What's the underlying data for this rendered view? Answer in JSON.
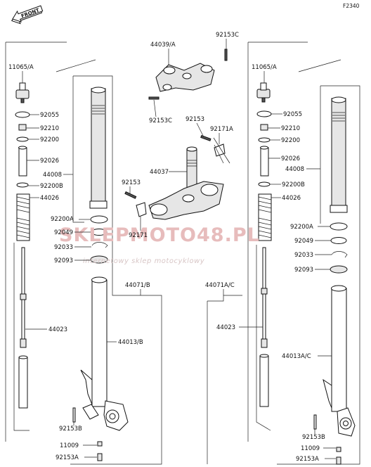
{
  "diagram_code": "F2340",
  "front_badge": "FRONT",
  "watermark": {
    "brand": "SKLEPMOTO48.PL",
    "tagline": "internetowy sklep motocyklowy"
  },
  "left_leg": {
    "labels": {
      "cap": "11065/A",
      "oring": "92055",
      "nut": "92210",
      "washer": "92200",
      "spacer": "92026",
      "inner_tube": "44008",
      "washer_b": "92200B",
      "spring": "44026",
      "washer_a": "92200A",
      "seal": "92049",
      "circlip": "92033",
      "dust_seal": "92093",
      "damper_rod": "44023",
      "assy": "44071/B",
      "outer_tube": "44013/B",
      "bolt_b": "92153B",
      "gasket": "11009",
      "bolt_a": "92153A"
    }
  },
  "center": {
    "labels": {
      "upper_bracket": "44039/A",
      "bolt_top": "92153C",
      "bolt_left": "92153C",
      "bolt_mid": "92153",
      "clamp": "92171A",
      "stem": "44037",
      "bolt_low": "92153",
      "clamp_low": "92171"
    }
  },
  "right_leg": {
    "labels": {
      "cap": "11065/A",
      "oring": "92055",
      "nut": "92210",
      "washer": "92200",
      "spacer": "92026",
      "inner_tube": "44008",
      "washer_b": "92200B",
      "spring": "44026",
      "washer_a": "92200A",
      "seal": "92049",
      "circlip": "92033",
      "dust_seal": "92093",
      "damper_rod": "44023",
      "assy": "44071A/C",
      "outer_tube": "44013A/C",
      "bolt_b": "92153B",
      "gasket": "11009",
      "bolt_a": "92153A"
    }
  }
}
